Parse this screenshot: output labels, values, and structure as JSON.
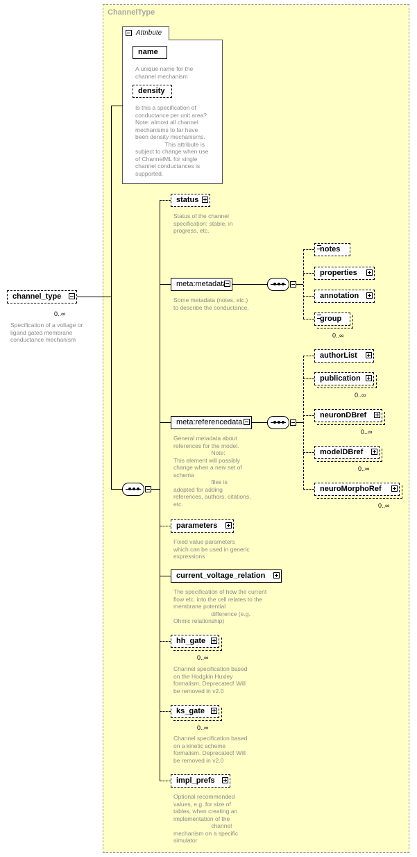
{
  "type_name": "ChannelType",
  "attribute_tab": "Attribute",
  "attributes": [
    {
      "name": "name",
      "doc": "A unique name for the\nchannel mechanism"
    },
    {
      "name": "density",
      "doc": "Is this a specification of\nconductance per unit area?\nNote: almost all channel\nmechanisms to far have\nbeen density mechanisms.\n                  This attribute is\nsubject to change when use\nof ChannelML for single\nchannel conductances is\nsupported."
    }
  ],
  "root": {
    "name": "channel_type",
    "cardinality": "0..∞",
    "doc": "Specification of a voltage or\nligand gated membrane\nconductance mechanism"
  },
  "elements": {
    "status": {
      "name": "status",
      "doc": "Status of the channel\nspecification: stable, in\nprogress, etc."
    },
    "metadata": {
      "name": "meta:metadata",
      "doc": "Some metadata (notes, etc.)\nto describe the conductance."
    },
    "notes": {
      "name": "notes"
    },
    "properties": {
      "name": "properties"
    },
    "annotation": {
      "name": "annotation"
    },
    "group": {
      "name": "group",
      "cardinality": "0..∞"
    },
    "referencedata": {
      "name": "meta:referencedata",
      "doc": "General metadata about\nreferences for the model.\n                       Note:\nThis element will possibly\nchange when a new set of\nschema\n                       files is\nadopted for adding\nreferences, authors, citations,\netc."
    },
    "authorList": {
      "name": "authorList"
    },
    "publication": {
      "name": "publication",
      "cardinality": "0..∞"
    },
    "neuronDBref": {
      "name": "neuronDBref",
      "cardinality": "0..∞"
    },
    "modelDBref": {
      "name": "modelDBref",
      "cardinality": "0..∞"
    },
    "neuroMorphoRef": {
      "name": "neuroMorphoRef",
      "cardinality": "0..∞"
    },
    "parameters": {
      "name": "parameters",
      "doc": "Fixed value parameters\nwhich can be used in generic\nexpressions"
    },
    "current_voltage_relation": {
      "name": "current_voltage_relation",
      "doc": "The specification of how the current\nflow etc. into the cell relates to the\nmembrane potential\n                       difference (e.g.\nOhmic relationship)"
    },
    "hh_gate": {
      "name": "hh_gate",
      "cardinality": "0..∞",
      "doc": "Channel specification based\non the Hodgkin Huxley\nformalism. Deprecated! Will\nbe removed in v2.0"
    },
    "ks_gate": {
      "name": "ks_gate",
      "cardinality": "0..∞",
      "doc": "Channel specification based\non a kinetic scheme\nformalism. Deprecated! Will\nbe removed in v2.0"
    },
    "impl_prefs": {
      "name": "impl_prefs",
      "doc": "Optional recommended\nvalues, e.g. for size of\ntables, when creating an\nimplementation of the\n                       channel\nmechanism on a specific\nsimulator"
    }
  }
}
